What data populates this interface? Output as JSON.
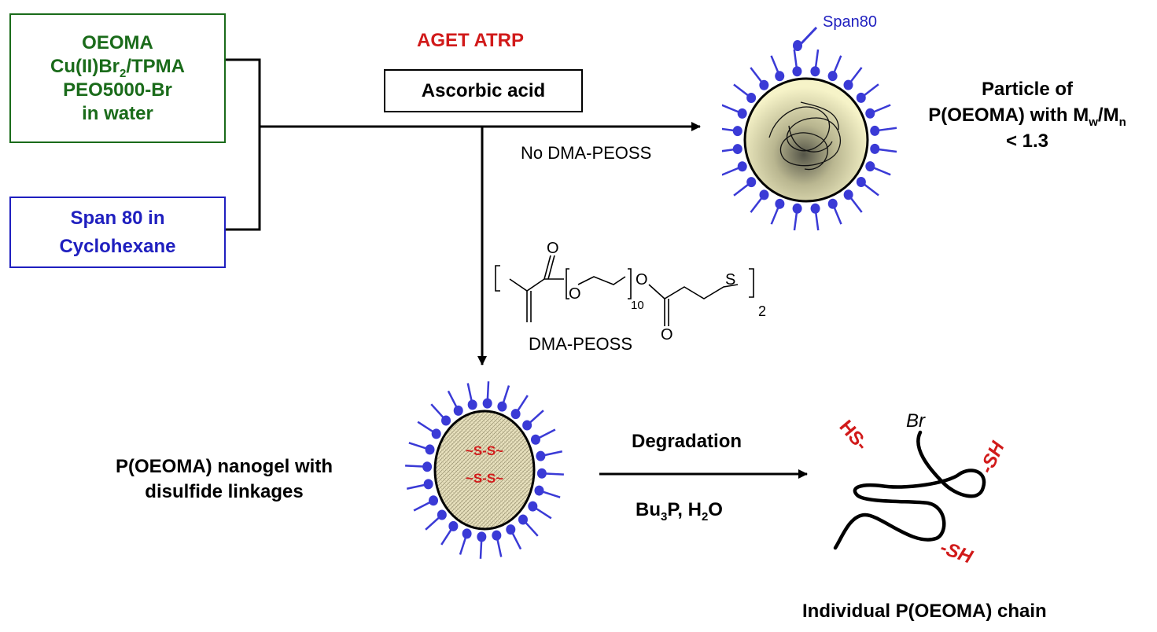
{
  "reagents_box": {
    "line1": "OEOMA",
    "line2_pre": "Cu(II)Br",
    "line2_sub": "2",
    "line2_post": "/TPMA",
    "line3": "PEO5000-Br",
    "line4": "in water"
  },
  "span_box": {
    "line1": "Span 80 in",
    "line2": "Cyclohexane"
  },
  "aget_label": "AGET ATRP",
  "ascorbic_label": "Ascorbic acid",
  "no_dma_label": "No DMA-PEOSS",
  "span80_label": "Span80",
  "particle_caption": {
    "line1": "Particle of",
    "line2_pre": "P(OEOMA) with M",
    "line2_sub1": "w",
    "line2_mid": "/M",
    "line2_sub2": "n",
    "line3": "< 1.3"
  },
  "dma_structure": {
    "o_top_left": "O",
    "o_mid_left": "O",
    "subscript_10": "10",
    "o_mid_right": "O",
    "o_bottom": "O",
    "s_label": "S",
    "subscript_2": "2",
    "name": "DMA-PEOSS"
  },
  "nanogel_caption": {
    "line1": "P(OEOMA) nanogel with",
    "line2": "disulfide linkages"
  },
  "disulfide_label_1": "~S-S~",
  "disulfide_label_2": "~S-S~",
  "degradation_label": "Degradation",
  "reagent2": {
    "pre": "Bu",
    "sub1": "3",
    "mid": "P, H",
    "sub2": "2",
    "post": "O"
  },
  "chain_labels": {
    "hs": "HS-",
    "br": "Br",
    "sh1": "-SH",
    "sh2": "-SH"
  },
  "chain_caption": "Individual P(OEOMA) chain",
  "colors": {
    "green": "#1a6b1a",
    "blue": "#1f1fbf",
    "red": "#d11a1a",
    "surfactant": "#3a3ad6"
  }
}
